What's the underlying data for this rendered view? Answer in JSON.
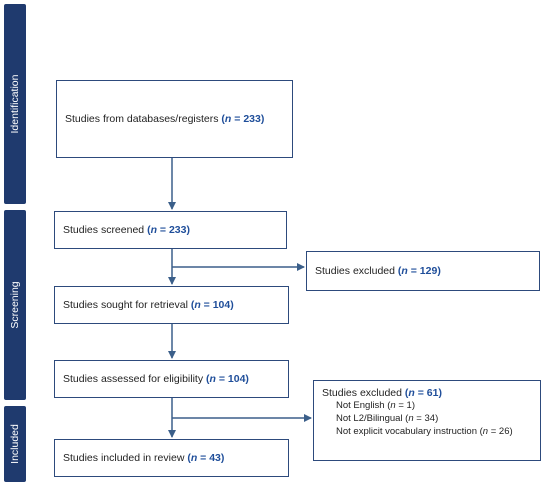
{
  "phases": {
    "identification": "Identification",
    "screening": "Screening",
    "included": "Included"
  },
  "nodes": {
    "databases": {
      "label": "Studies from databases/registers",
      "n": "233"
    },
    "screened": {
      "label": "Studies screened",
      "n": "233"
    },
    "excluded_screen": {
      "label": "Studies excluded",
      "n": "129"
    },
    "sought": {
      "label": "Studies sought for retrieval",
      "n": "104"
    },
    "assessed": {
      "label": "Studies assessed for eligibility",
      "n": "104"
    },
    "excluded_elig": {
      "label": "Studies excluded",
      "n": "61",
      "reasons": [
        {
          "text": "Not English",
          "n": "1"
        },
        {
          "text": "Not L2/Bilingual",
          "n": "34"
        },
        {
          "text": "Not explicit vocabulary instruction",
          "n": "26"
        }
      ]
    },
    "included": {
      "label": "Studies included in review",
      "n": "43"
    }
  },
  "colors": {
    "phase_bar": "#1f3a6e",
    "box_border": "#2d4a7c",
    "count_text": "#1f4e9a",
    "arrow": "#3b5f8a"
  }
}
